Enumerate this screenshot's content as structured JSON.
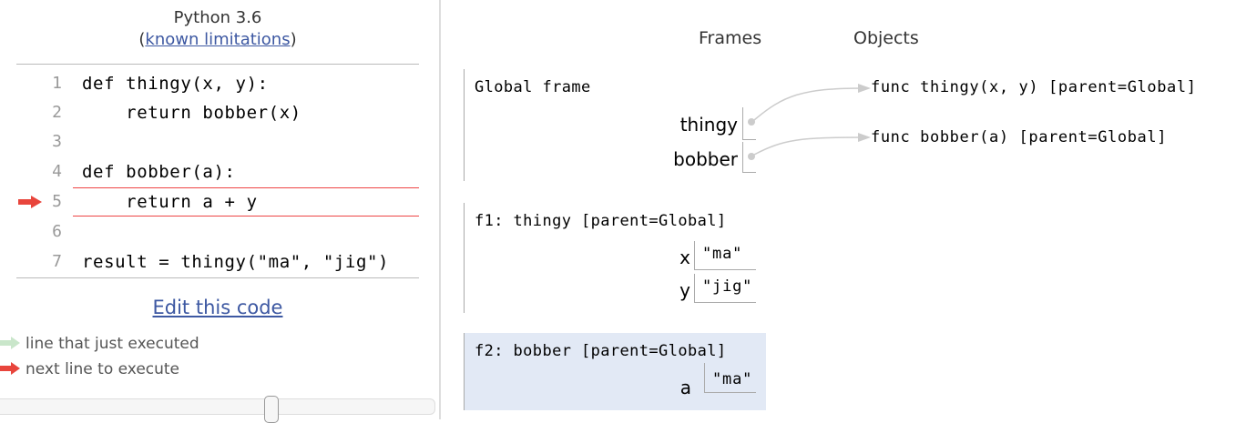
{
  "header": {
    "language": "Python 3.6",
    "paren_open": "(",
    "limitations_link": "known limitations",
    "paren_close": ")"
  },
  "code": {
    "lines": [
      {
        "num": "1",
        "text": "def thingy(x, y):"
      },
      {
        "num": "2",
        "text": "    return bobber(x)"
      },
      {
        "num": "3",
        "text": ""
      },
      {
        "num": "4",
        "text": "def bobber(a):"
      },
      {
        "num": "5",
        "text": "    return a + y"
      },
      {
        "num": "6",
        "text": ""
      },
      {
        "num": "7",
        "text": "result = thingy(\"ma\", \"jig\")"
      }
    ],
    "current_line": 5,
    "next_arrow_color": "#e8453c",
    "prev_arrow_color": "#c9e6ca"
  },
  "edit_link": "Edit this code",
  "legend": {
    "just_executed": "line that just executed",
    "next_to_execute": "next line to execute"
  },
  "slider": {
    "position_percent": 62
  },
  "viz": {
    "frames_header": "Frames",
    "objects_header": "Objects",
    "frames": [
      {
        "title": "Global frame",
        "vars": [
          {
            "name": "thingy",
            "value": "pointer"
          },
          {
            "name": "bobber",
            "value": "pointer"
          }
        ]
      },
      {
        "title": "f1: thingy [parent=Global]",
        "vars": [
          {
            "name": "x",
            "value": "\"ma\""
          },
          {
            "name": "y",
            "value": "\"jig\""
          }
        ]
      },
      {
        "title": "f2: bobber [parent=Global]",
        "active": true,
        "vars": [
          {
            "name": "a",
            "value": "\"ma\""
          }
        ]
      }
    ],
    "objects": [
      {
        "label": "func thingy(x, y) [parent=Global]"
      },
      {
        "label": "func bobber(a) [parent=Global]"
      }
    ],
    "active_frame_bg": "#e2e9f5"
  }
}
